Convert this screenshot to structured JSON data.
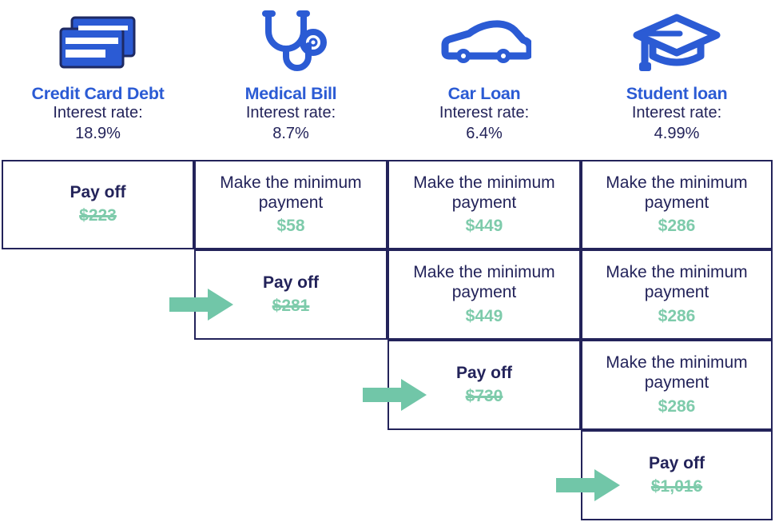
{
  "accent_colors": {
    "title_blue": "#2b5bd4",
    "navy": "#23235a",
    "mint_green": "#7ecbab",
    "arrow_green": "#71c6a8"
  },
  "headers": [
    {
      "icon": "credit-card-icon",
      "title": "Credit Card Debt",
      "rate_label": "Interest rate:",
      "rate_value": "18.9%"
    },
    {
      "icon": "stethoscope-icon",
      "title": "Medical Bill",
      "rate_label": "Interest rate:",
      "rate_value": "8.7%"
    },
    {
      "icon": "car-icon",
      "title": "Car Loan",
      "rate_label": "Interest rate:",
      "rate_value": "6.4%"
    },
    {
      "icon": "graduation-cap-icon",
      "title": "Student loan",
      "rate_label": "Interest rate:",
      "rate_value": "4.99%"
    }
  ],
  "rows": [
    {
      "arrow": null,
      "cells": [
        {
          "action": "Pay off",
          "amount": "$223",
          "payoff": true,
          "struck": true
        },
        {
          "action": "Make the minimum payment",
          "amount": "$58",
          "payoff": false,
          "struck": false
        },
        {
          "action": "Make the minimum payment",
          "amount": "$449",
          "payoff": false,
          "struck": false
        },
        {
          "action": "Make the minimum payment",
          "amount": "$286",
          "payoff": false,
          "struck": false
        }
      ]
    },
    {
      "arrow": "arrow-to-medical-bill",
      "cells": [
        {
          "action": "Pay off",
          "amount": "$281",
          "payoff": true,
          "struck": true
        },
        {
          "action": "Make the minimum payment",
          "amount": "$449",
          "payoff": false,
          "struck": false
        },
        {
          "action": "Make the minimum payment",
          "amount": "$286",
          "payoff": false,
          "struck": false
        }
      ]
    },
    {
      "arrow": "arrow-to-car-loan",
      "cells": [
        {
          "action": "Pay off",
          "amount": "$730",
          "payoff": true,
          "struck": true
        },
        {
          "action": "Make the minimum payment",
          "amount": "$286",
          "payoff": false,
          "struck": false
        }
      ]
    },
    {
      "arrow": "arrow-to-student-loan",
      "cells": [
        {
          "action": "Pay off",
          "amount": "$1,016",
          "payoff": true,
          "struck": true
        }
      ]
    }
  ]
}
